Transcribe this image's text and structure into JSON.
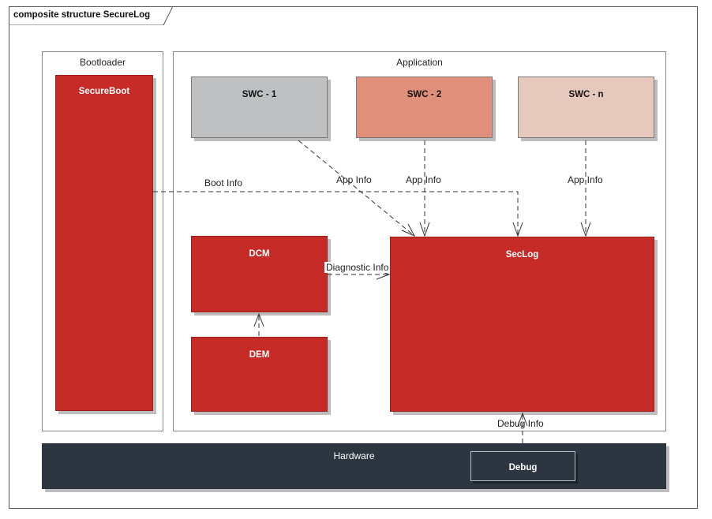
{
  "diagram": {
    "frame_title": "composite structure SecureLog",
    "regions": {
      "bootloader": "Bootloader",
      "application": "Application",
      "hardware": "Hardware"
    },
    "components": {
      "secure_boot": "SecureBoot",
      "swc1": "SWC - 1",
      "swc2": "SWC - 2",
      "swcn": "SWC - n",
      "dcm": "DCM",
      "dem": "DEM",
      "seclog": "SecLog",
      "debug": "Debug"
    },
    "connectors": {
      "boot_info": "Boot Info",
      "app_info_1": "App Info",
      "app_info_2": "App Info",
      "app_info_n": "App Info",
      "diagnostic_info": "Diagnostic Info",
      "debug_info": "Debug Info"
    },
    "colors": {
      "component_red": "#c62b28",
      "swc1_fill": "#bfc0c2",
      "swc2_fill": "#e0907a",
      "swcn_fill": "#e6c8bc",
      "hardware_fill": "#2b3640"
    }
  }
}
